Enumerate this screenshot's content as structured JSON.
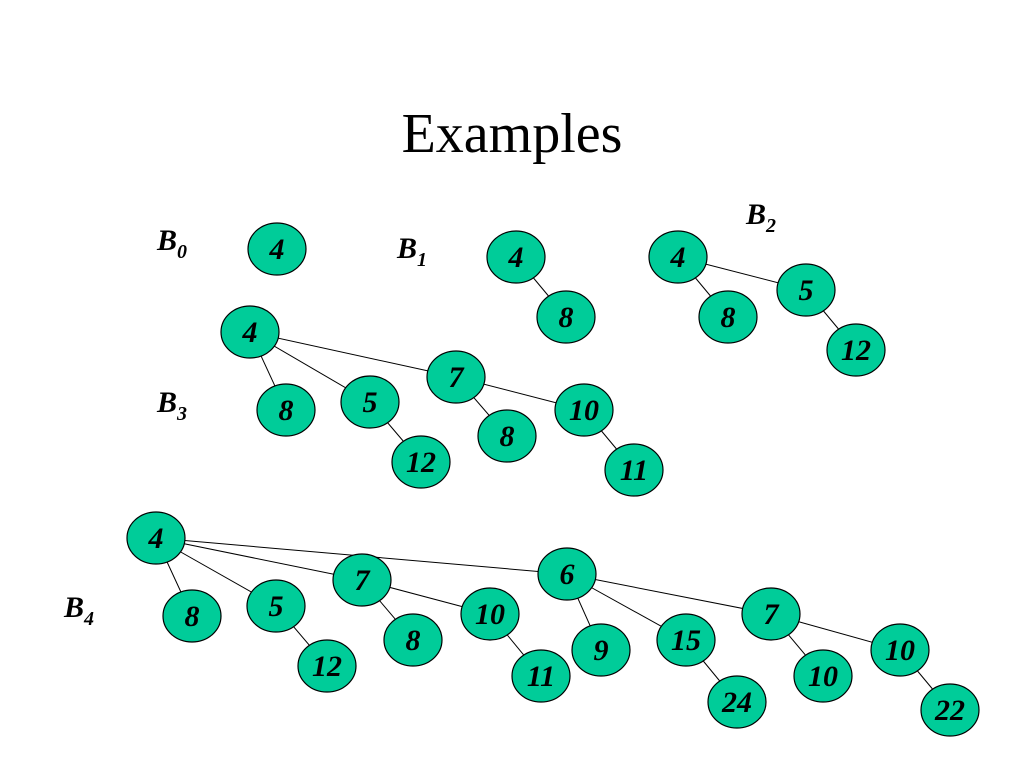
{
  "title": "Examples",
  "colors": {
    "node_fill": "#00cc99",
    "edge": "#000000"
  },
  "trees": [
    {
      "label": "B",
      "subscript": "0",
      "nodes": [
        {
          "id": "b0_a",
          "key": "4"
        }
      ],
      "edges": []
    },
    {
      "label": "B",
      "subscript": "1",
      "nodes": [
        {
          "id": "b1_a",
          "key": "4"
        },
        {
          "id": "b1_b",
          "key": "8"
        }
      ],
      "edges": [
        [
          "b1_a",
          "b1_b"
        ]
      ]
    },
    {
      "label": "B",
      "subscript": "2",
      "nodes": [
        {
          "id": "b2_a",
          "key": "4"
        },
        {
          "id": "b2_b",
          "key": "8"
        },
        {
          "id": "b2_c",
          "key": "5"
        },
        {
          "id": "b2_d",
          "key": "12"
        }
      ],
      "edges": [
        [
          "b2_a",
          "b2_b"
        ],
        [
          "b2_a",
          "b2_c"
        ],
        [
          "b2_c",
          "b2_d"
        ]
      ]
    },
    {
      "label": "B",
      "subscript": "3",
      "nodes": [
        {
          "id": "b3_a",
          "key": "4"
        },
        {
          "id": "b3_b",
          "key": "8"
        },
        {
          "id": "b3_c",
          "key": "5"
        },
        {
          "id": "b3_d",
          "key": "12"
        },
        {
          "id": "b3_e",
          "key": "7"
        },
        {
          "id": "b3_f",
          "key": "8"
        },
        {
          "id": "b3_g",
          "key": "10"
        },
        {
          "id": "b3_h",
          "key": "11"
        }
      ],
      "edges": [
        [
          "b3_a",
          "b3_b"
        ],
        [
          "b3_a",
          "b3_c"
        ],
        [
          "b3_a",
          "b3_e"
        ],
        [
          "b3_c",
          "b3_d"
        ],
        [
          "b3_e",
          "b3_f"
        ],
        [
          "b3_e",
          "b3_g"
        ],
        [
          "b3_g",
          "b3_h"
        ]
      ]
    },
    {
      "label": "B",
      "subscript": "4",
      "nodes": [
        {
          "id": "b4_a",
          "key": "4"
        },
        {
          "id": "b4_b",
          "key": "8"
        },
        {
          "id": "b4_c",
          "key": "5"
        },
        {
          "id": "b4_d",
          "key": "12"
        },
        {
          "id": "b4_e",
          "key": "7"
        },
        {
          "id": "b4_f",
          "key": "8"
        },
        {
          "id": "b4_g",
          "key": "10"
        },
        {
          "id": "b4_h",
          "key": "11"
        },
        {
          "id": "b4_i",
          "key": "6"
        },
        {
          "id": "b4_j",
          "key": "9"
        },
        {
          "id": "b4_k",
          "key": "15"
        },
        {
          "id": "b4_l",
          "key": "24"
        },
        {
          "id": "b4_m",
          "key": "7"
        },
        {
          "id": "b4_n",
          "key": "10"
        },
        {
          "id": "b4_o",
          "key": "10"
        },
        {
          "id": "b4_p",
          "key": "22"
        }
      ],
      "edges": [
        [
          "b4_a",
          "b4_b"
        ],
        [
          "b4_a",
          "b4_c"
        ],
        [
          "b4_a",
          "b4_e"
        ],
        [
          "b4_a",
          "b4_i"
        ],
        [
          "b4_c",
          "b4_d"
        ],
        [
          "b4_e",
          "b4_f"
        ],
        [
          "b4_e",
          "b4_g"
        ],
        [
          "b4_g",
          "b4_h"
        ],
        [
          "b4_i",
          "b4_j"
        ],
        [
          "b4_i",
          "b4_k"
        ],
        [
          "b4_i",
          "b4_m"
        ],
        [
          "b4_k",
          "b4_l"
        ],
        [
          "b4_m",
          "b4_n"
        ],
        [
          "b4_m",
          "b4_o"
        ],
        [
          "b4_o",
          "b4_p"
        ]
      ]
    }
  ]
}
